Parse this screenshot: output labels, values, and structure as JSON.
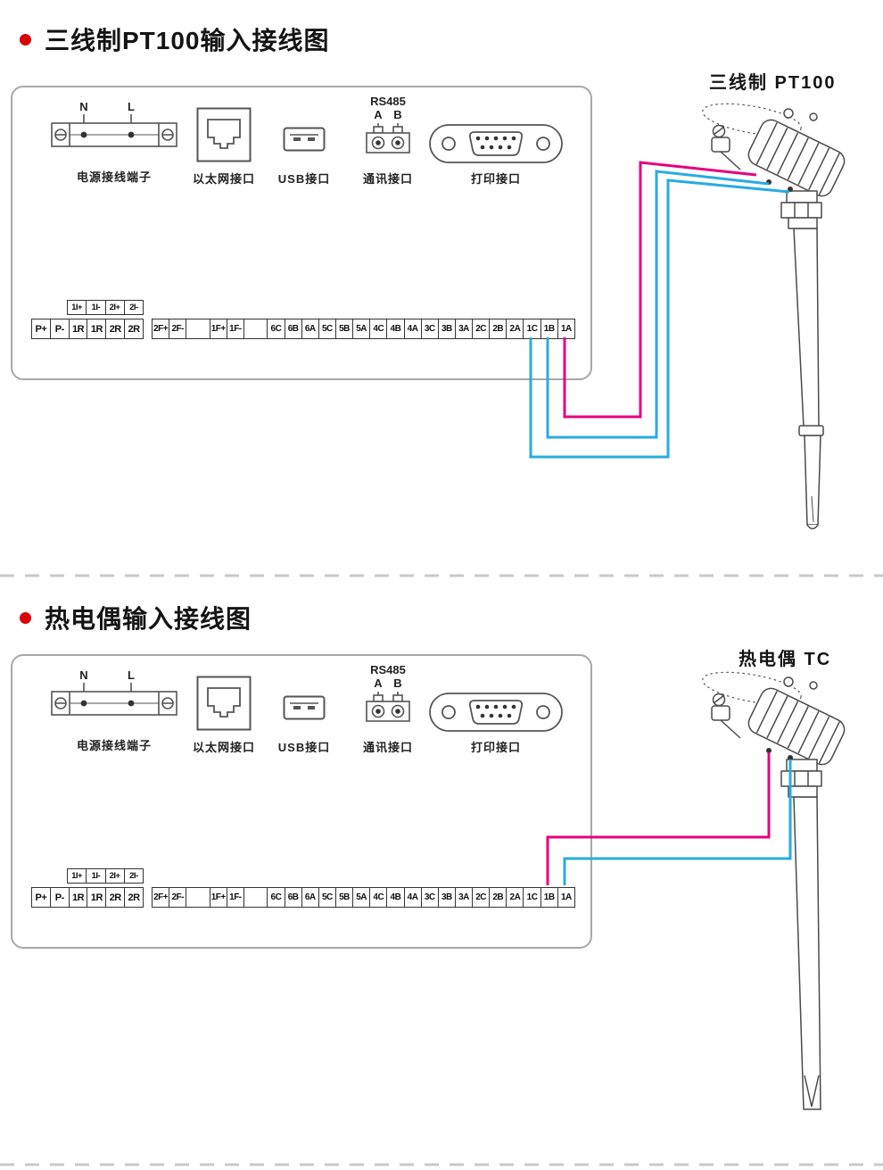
{
  "page": {
    "background": "#ffffff"
  },
  "sections": [
    {
      "title": "三线制PT100输入接线图",
      "sensor_label": "三线制 PT100"
    },
    {
      "title": "热电偶输入接线图",
      "sensor_label": "热电偶 TC"
    }
  ],
  "panel": {
    "power": {
      "n": "N",
      "l": "L",
      "label": "电源接线端子"
    },
    "ethernet_label": "以太网接口",
    "usb_label": "USB接口",
    "comm": {
      "bus": "RS485",
      "a": "A",
      "b": "B",
      "label": "通讯接口"
    },
    "print_label": "打印接口",
    "strip_small": [
      "1I+",
      "1I-",
      "2I+",
      "2I-"
    ],
    "strip_left": [
      "P+",
      "P-",
      "1R",
      "1R",
      "2R",
      "2R"
    ],
    "strip_main": [
      "2F+",
      "2F-",
      "",
      "1F+",
      "1F-",
      "",
      "6C",
      "6B",
      "6A",
      "5C",
      "5B",
      "5A",
      "4C",
      "4B",
      "4A",
      "3C",
      "3B",
      "3A",
      "2C",
      "2B",
      "2A",
      "1C",
      "1B",
      "1A"
    ]
  },
  "colors": {
    "wire_hot": "#e6007e",
    "wire_cold": "#29abe2",
    "bullet": "#d90000",
    "divider": "#c9c9c9"
  }
}
